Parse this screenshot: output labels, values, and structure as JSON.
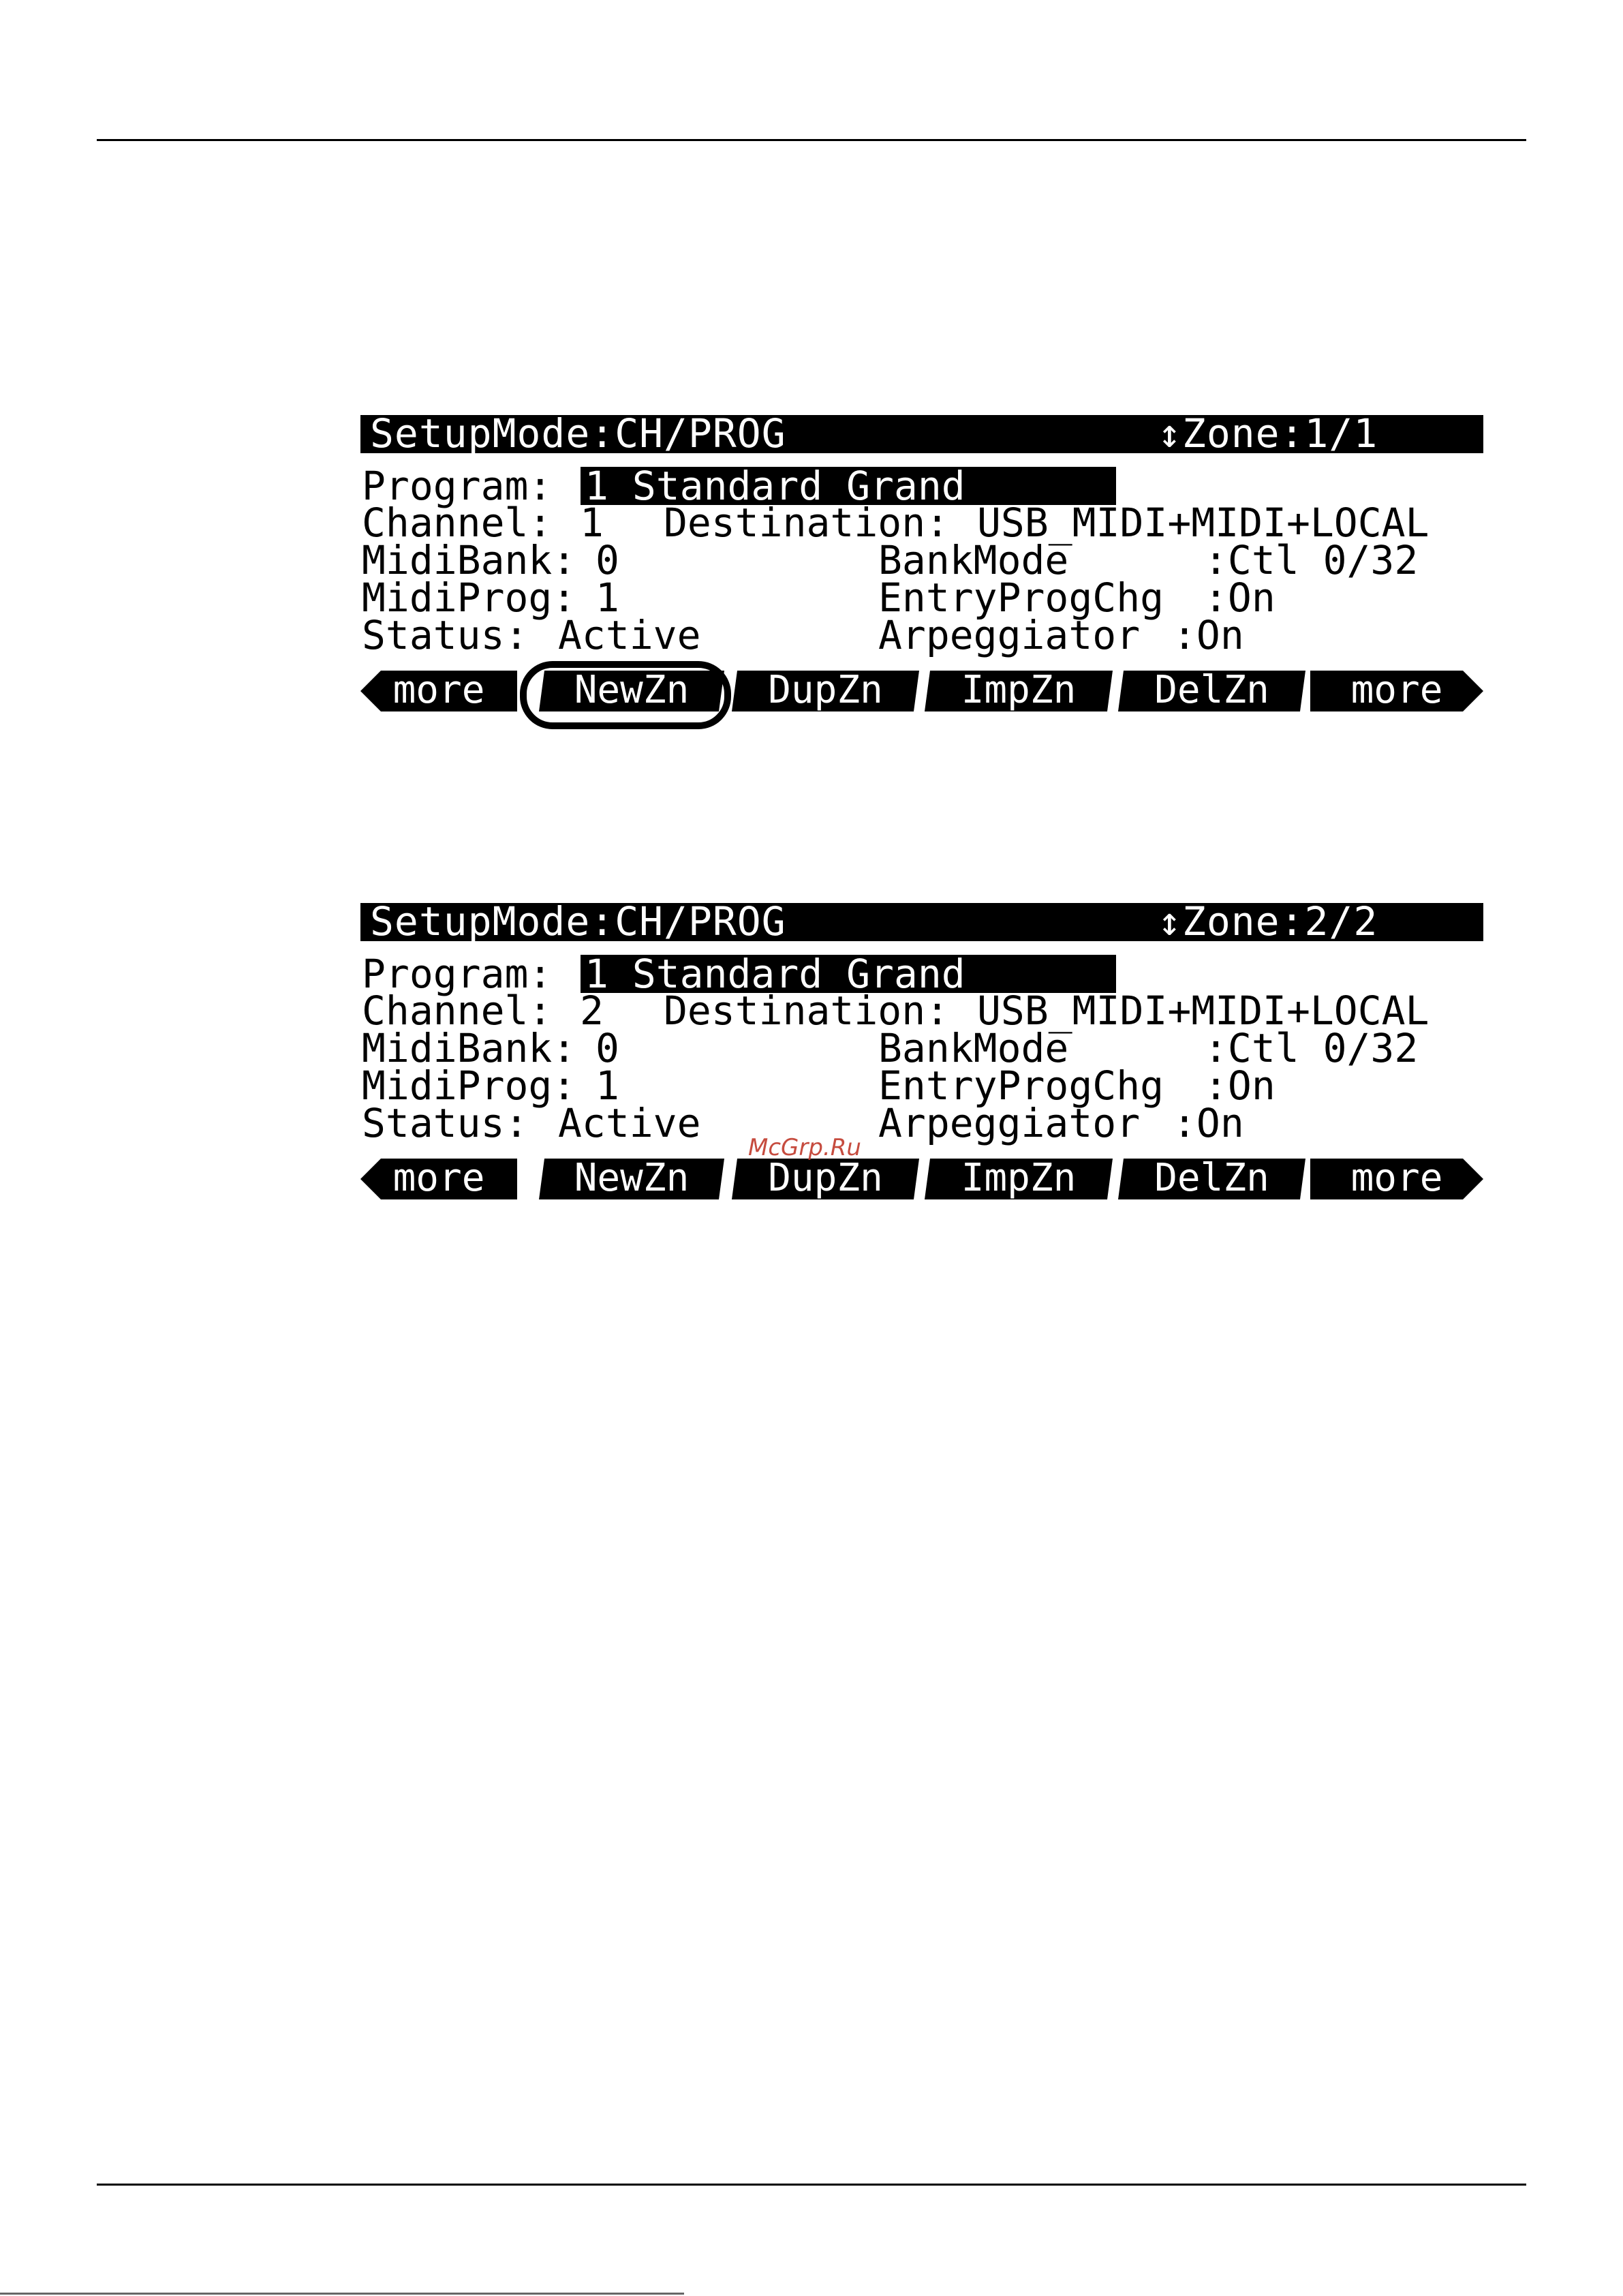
{
  "screens": [
    {
      "title_left": "SetupMode:CH/PROG",
      "title_right": "↕Zone:1/1",
      "program_label": "Program:",
      "program_value": "1 Standard Grand",
      "channel_label": "Channel:",
      "channel_value": "1",
      "destination_label": "Destination:",
      "destination_value": "USB_MIDI+MIDI+LOCAL",
      "midibank_label": "MidiBank:",
      "midibank_value": "0",
      "bankmode_label": "BankMode",
      "bankmode_value": ":Ctl 0/32",
      "midiprog_label": "MidiProg:",
      "midiprog_value": "1",
      "entryprogchg_label": "EntryProgChg",
      "entryprogchg_value": ":On",
      "status_label": "Status:",
      "status_value": "Active",
      "arpeggiator_label": "Arpeggiator",
      "arpeggiator_value": ":On",
      "softkeys": [
        "more",
        "NewZn",
        "DupZn",
        "ImpZn",
        "DelZn",
        "more"
      ]
    },
    {
      "title_left": "SetupMode:CH/PROG",
      "title_right": "↕Zone:2/2",
      "program_label": "Program:",
      "program_value": "1 Standard Grand",
      "channel_label": "Channel:",
      "channel_value": "2",
      "destination_label": "Destination:",
      "destination_value": "USB_MIDI+MIDI+LOCAL",
      "midibank_label": "MidiBank:",
      "midibank_value": "0",
      "bankmode_label": "BankMode",
      "bankmode_value": ":Ctl 0/32",
      "midiprog_label": "MidiProg:",
      "midiprog_value": "1",
      "entryprogchg_label": "EntryProgChg",
      "entryprogchg_value": ":On",
      "status_label": "Status:",
      "status_value": "Active",
      "arpeggiator_label": "Arpeggiator",
      "arpeggiator_value": ":On",
      "softkeys": [
        "more",
        "NewZn",
        "DupZn",
        "ImpZn",
        "DelZn",
        "more"
      ]
    }
  ],
  "watermark": "McGrp.Ru"
}
